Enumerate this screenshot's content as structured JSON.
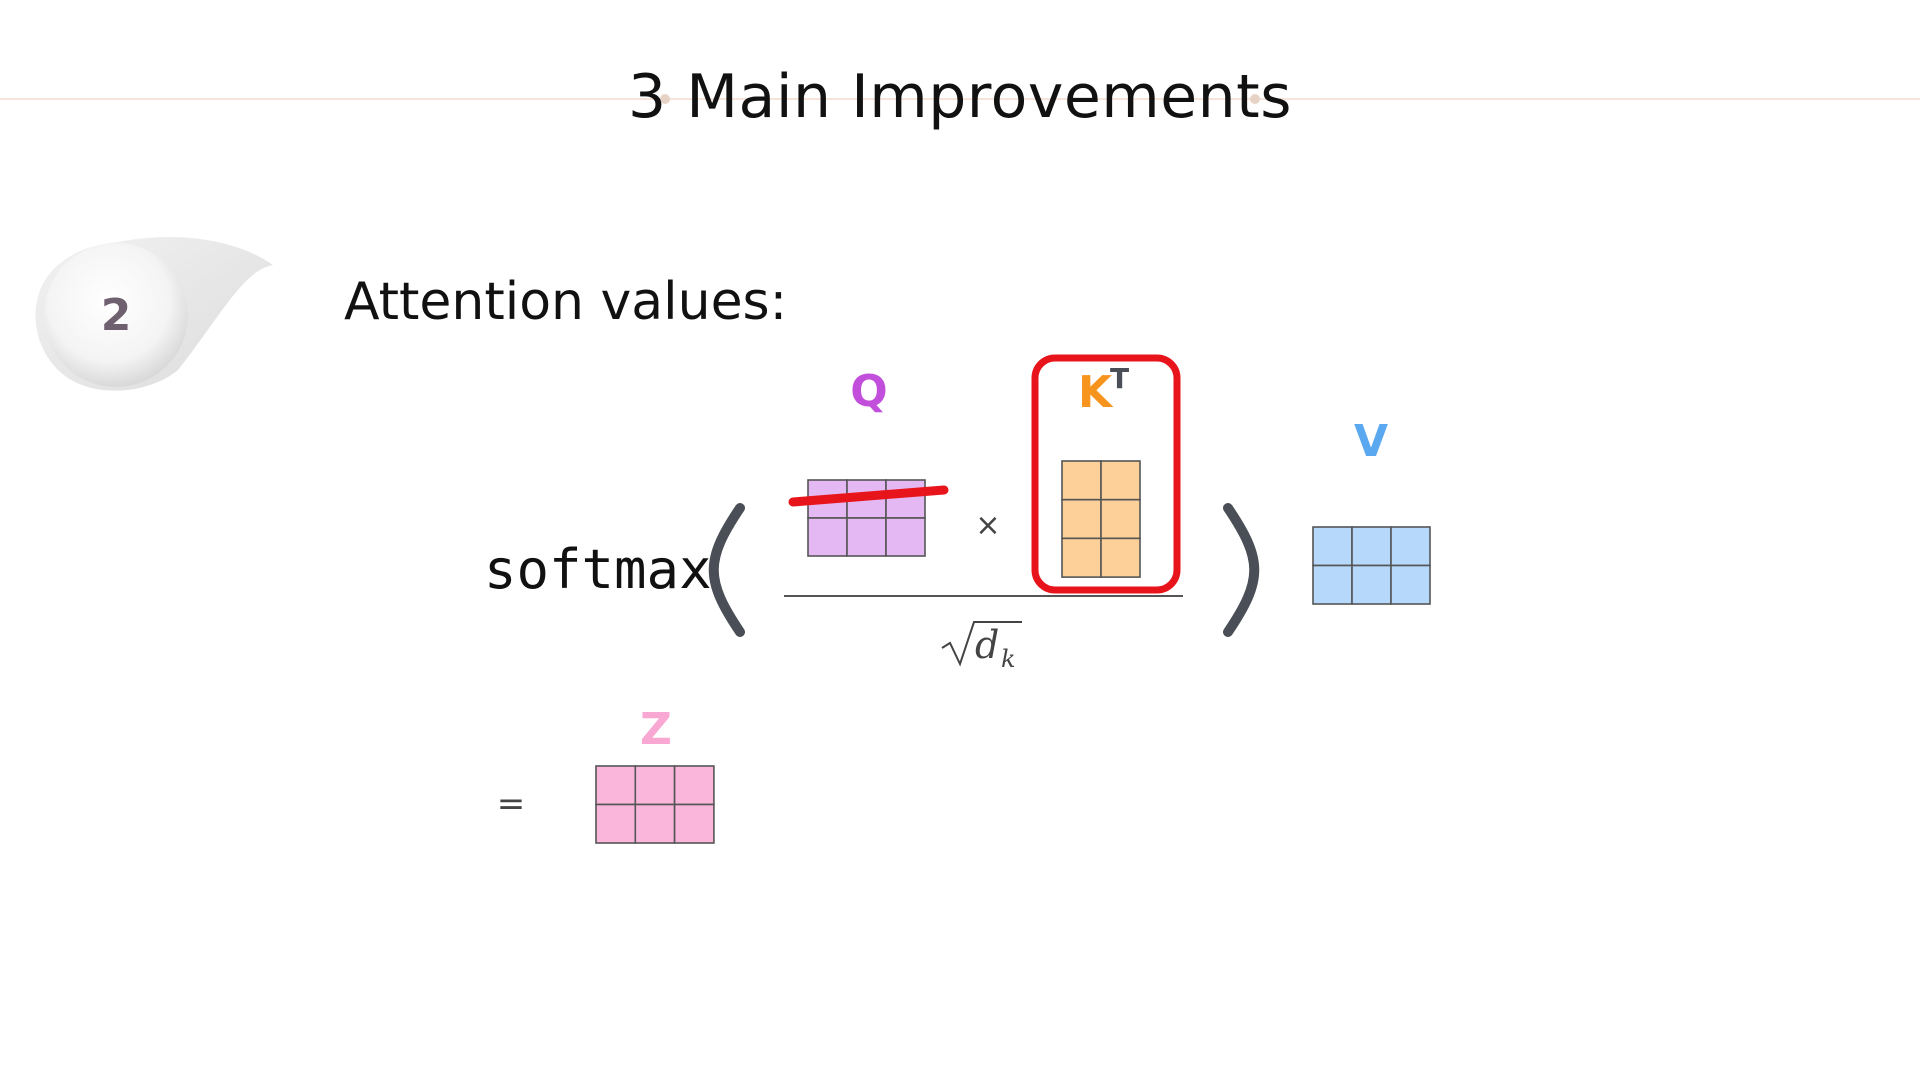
{
  "slide": {
    "title": "3 Main Improvements",
    "badge_number": "2",
    "heading": "Attention values:"
  },
  "formula": {
    "function_name": "softmax",
    "times_symbol": "×",
    "equals_symbol": "=",
    "denominator": "√d",
    "denominator_sub": "k",
    "q_label": "Q",
    "k_label": "K",
    "k_superscript": "T",
    "v_label": "V",
    "z_label": "Z"
  },
  "colors": {
    "q_label": "#c24fdb",
    "q_fill": "#e4b8f2",
    "k_label": "#f7941d",
    "k_fill": "#fdd09a",
    "v_label": "#5aa8f0",
    "v_fill": "#b6d8fb",
    "z_label": "#f8a8d2",
    "z_fill": "#fbb6dc",
    "highlight_box": "#e8141c",
    "strike": "#e8141c",
    "paren": "#4a4f57"
  },
  "matrices": {
    "q": {
      "rows": 2,
      "cols": 3
    },
    "k_transposed": {
      "rows": 3,
      "cols": 2
    },
    "v": {
      "rows": 2,
      "cols": 3
    },
    "z": {
      "rows": 2,
      "cols": 3
    }
  }
}
